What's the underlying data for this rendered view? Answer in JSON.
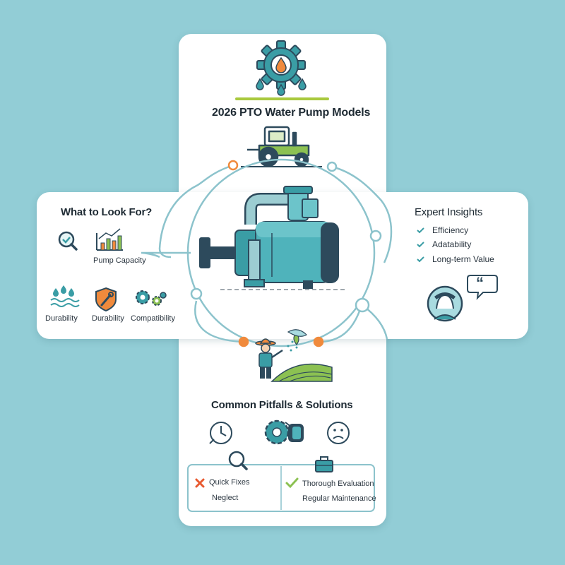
{
  "header": {
    "title": "2026 PTO Water Pump Models"
  },
  "look_for": {
    "title": "What to Look For?",
    "items": [
      {
        "label": "Pump Capacity",
        "icon": "bar-chart-icon"
      },
      {
        "label": "Durability",
        "icon": "water-drops-icon"
      },
      {
        "label": "Durability",
        "icon": "shield-wrench-icon"
      },
      {
        "label": "Compatibility",
        "icon": "gears-icon"
      }
    ]
  },
  "expert": {
    "title": "Expert Insights",
    "items": [
      "Efficiency",
      "Adatability",
      "Long-term Value"
    ],
    "quote": "“"
  },
  "pitfalls": {
    "title": "Common Pitfalls & Solutions",
    "problems": [
      "Quick Fixes",
      "Neglect"
    ],
    "solutions": [
      "Thorough Evaluation",
      "Regular Maintenance"
    ]
  },
  "colors": {
    "background": "#92cdd6",
    "teal": "#3a9da5",
    "navy": "#2d4a5c",
    "green": "#8cc152",
    "orange": "#f08a3c",
    "red": "#e8592f"
  }
}
